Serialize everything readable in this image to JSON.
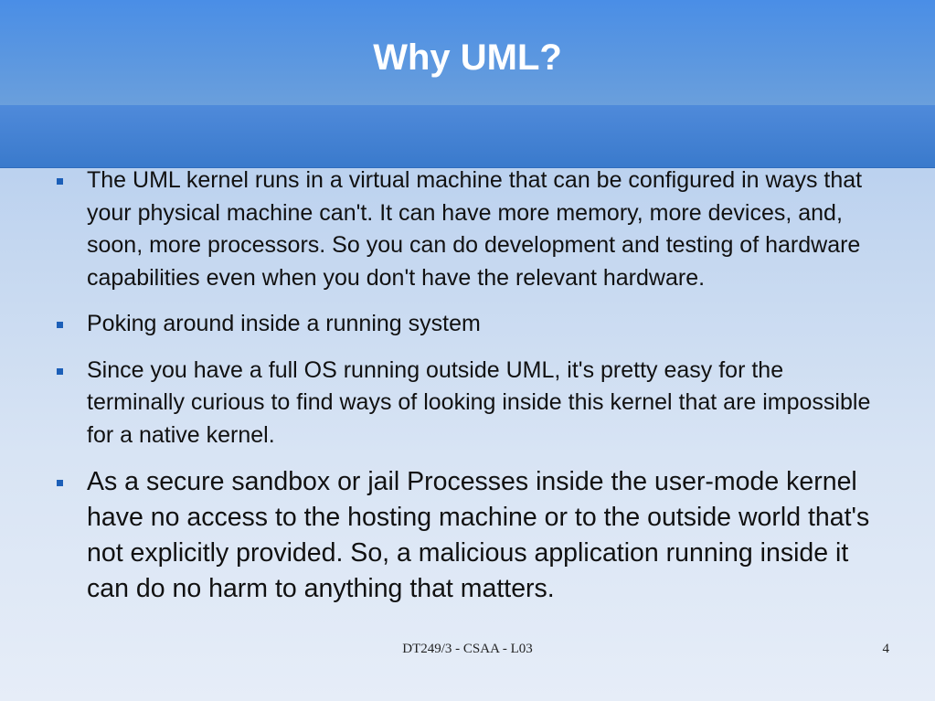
{
  "slide": {
    "title": "Why UML?",
    "bullets": [
      "The UML kernel runs in a virtual machine that can be configured in ways that your physical machine can't. It can have more memory, more devices, and, soon, more processors. So you can do development and testing of hardware capabilities even when you don't have the relevant hardware.",
      "Poking around inside a running system",
      "Since you have a full OS running outside UML, it's pretty easy for the terminally curious to find ways of looking inside this kernel that are impossible for a native kernel.",
      "As a secure sandbox or jail Processes inside the user-mode kernel have no access to the hosting machine or to the outside world that's not explicitly provided. So, a malicious application running inside it can do no harm to anything that matters."
    ],
    "footer": "DT249/3 - CSAA - L03",
    "page_number": "4"
  },
  "colors": {
    "title_band": "#4a8ee6",
    "sub_band": "#3a7acc",
    "bullet_marker": "#1c5fb8",
    "title_text": "#ffffff"
  }
}
